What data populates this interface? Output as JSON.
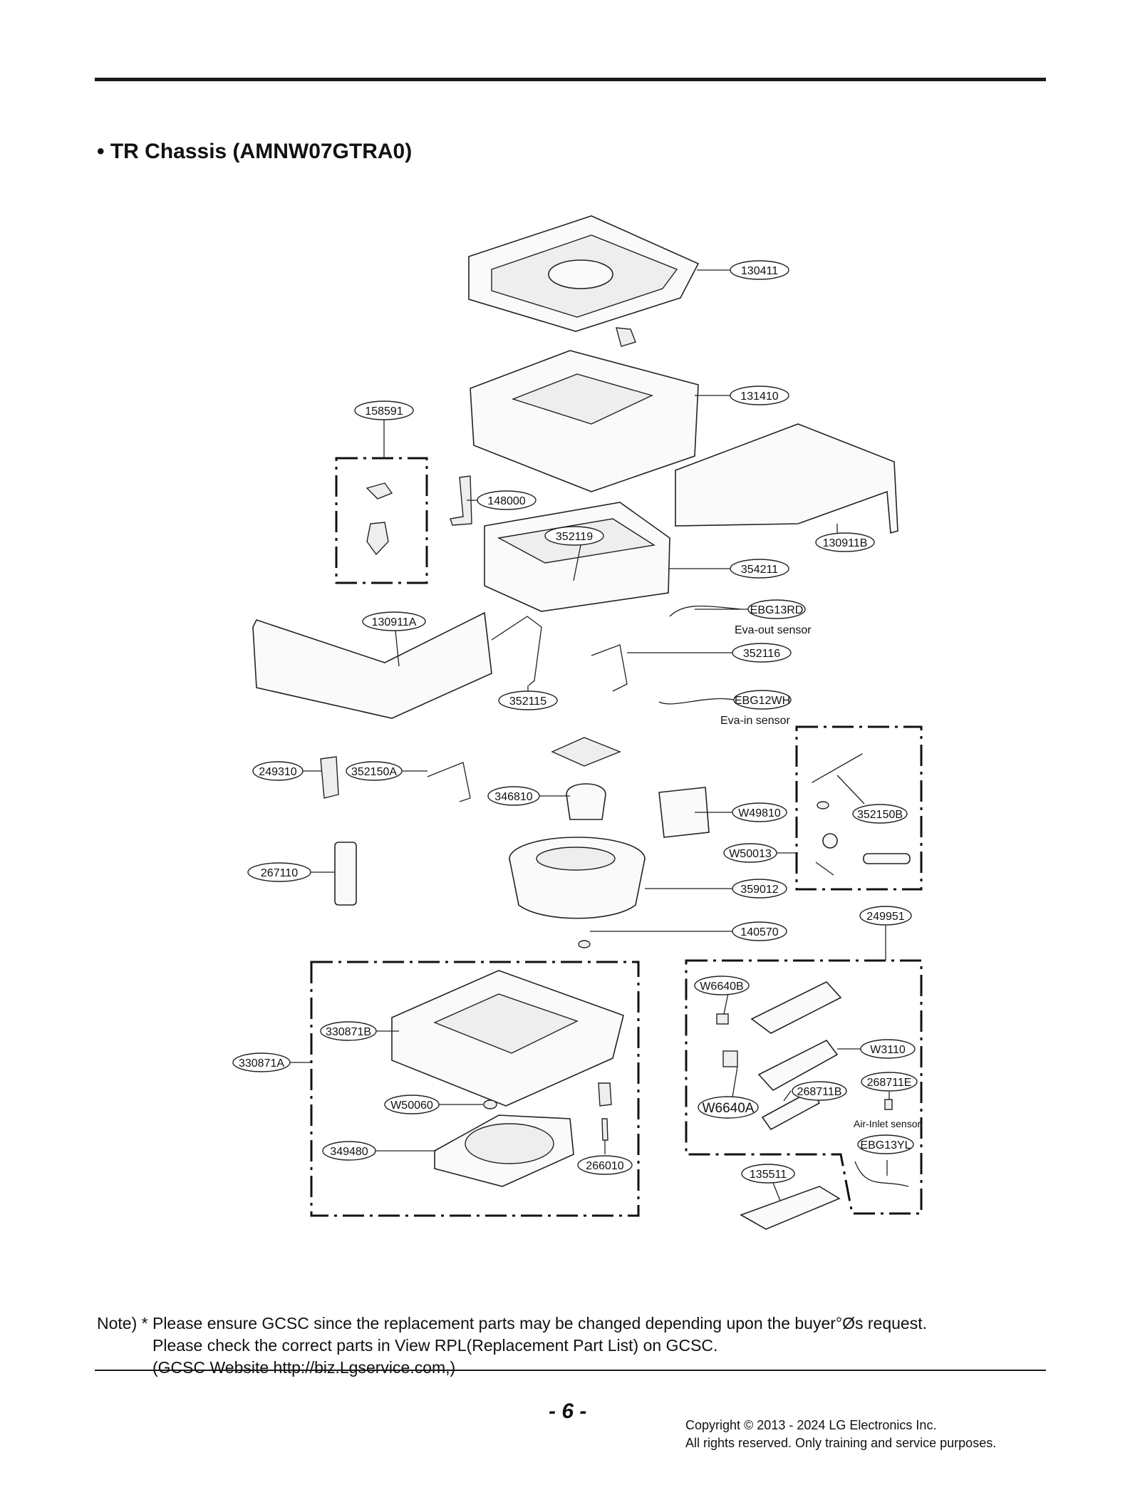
{
  "title": "• TR Chassis (AMNW07GTRA0)",
  "labels": {
    "l130411": "130411",
    "l131410": "131410",
    "l158591": "158591",
    "l148000": "148000",
    "l352119": "352119",
    "l130911B": "130911B",
    "l354211": "354211",
    "l130911A": "130911A",
    "lEBG13RD": "EBG13RD",
    "l352116": "352116",
    "l352115": "352115",
    "lEBG12WH": "EBG12WH",
    "l249310": "249310",
    "l352150A": "352150A",
    "l346810": "346810",
    "lW49810": "W49810",
    "l352150B": "352150B",
    "lW50013": "W50013",
    "l267110": "267110",
    "l359012": "359012",
    "l249951": "249951",
    "l140570": "140570",
    "lW6640B": "W6640B",
    "l330871B": "330871B",
    "l330871A": "330871A",
    "lW3110": "W3110",
    "l268711E": "268711E",
    "l268711B": "268711B",
    "lW6640A": "W6640A",
    "lW50060": "W50060",
    "lEBG13YL": "EBG13YL",
    "l349480": "349480",
    "l266010": "266010",
    "l135511": "135511"
  },
  "captions": {
    "eva_out": "Eva-out sensor",
    "eva_in": "Eva-in sensor",
    "air_inlet": "Air-Inlet sensor"
  },
  "note": {
    "line1": "Note) * Please ensure GCSC since the replacement parts may be changed depending upon the buyer°Øs request.",
    "line2": "Please check  the correct parts in View RPL(Replacement Part List) on GCSC.",
    "line3": "(GCSC Website  http://biz.Lgservice.com,)"
  },
  "page_number": "- 6 -",
  "copyright": {
    "line1": "Copyright © 2013 - 2024 LG Electronics Inc.",
    "line2": "All rights reserved. Only training and service purposes."
  }
}
